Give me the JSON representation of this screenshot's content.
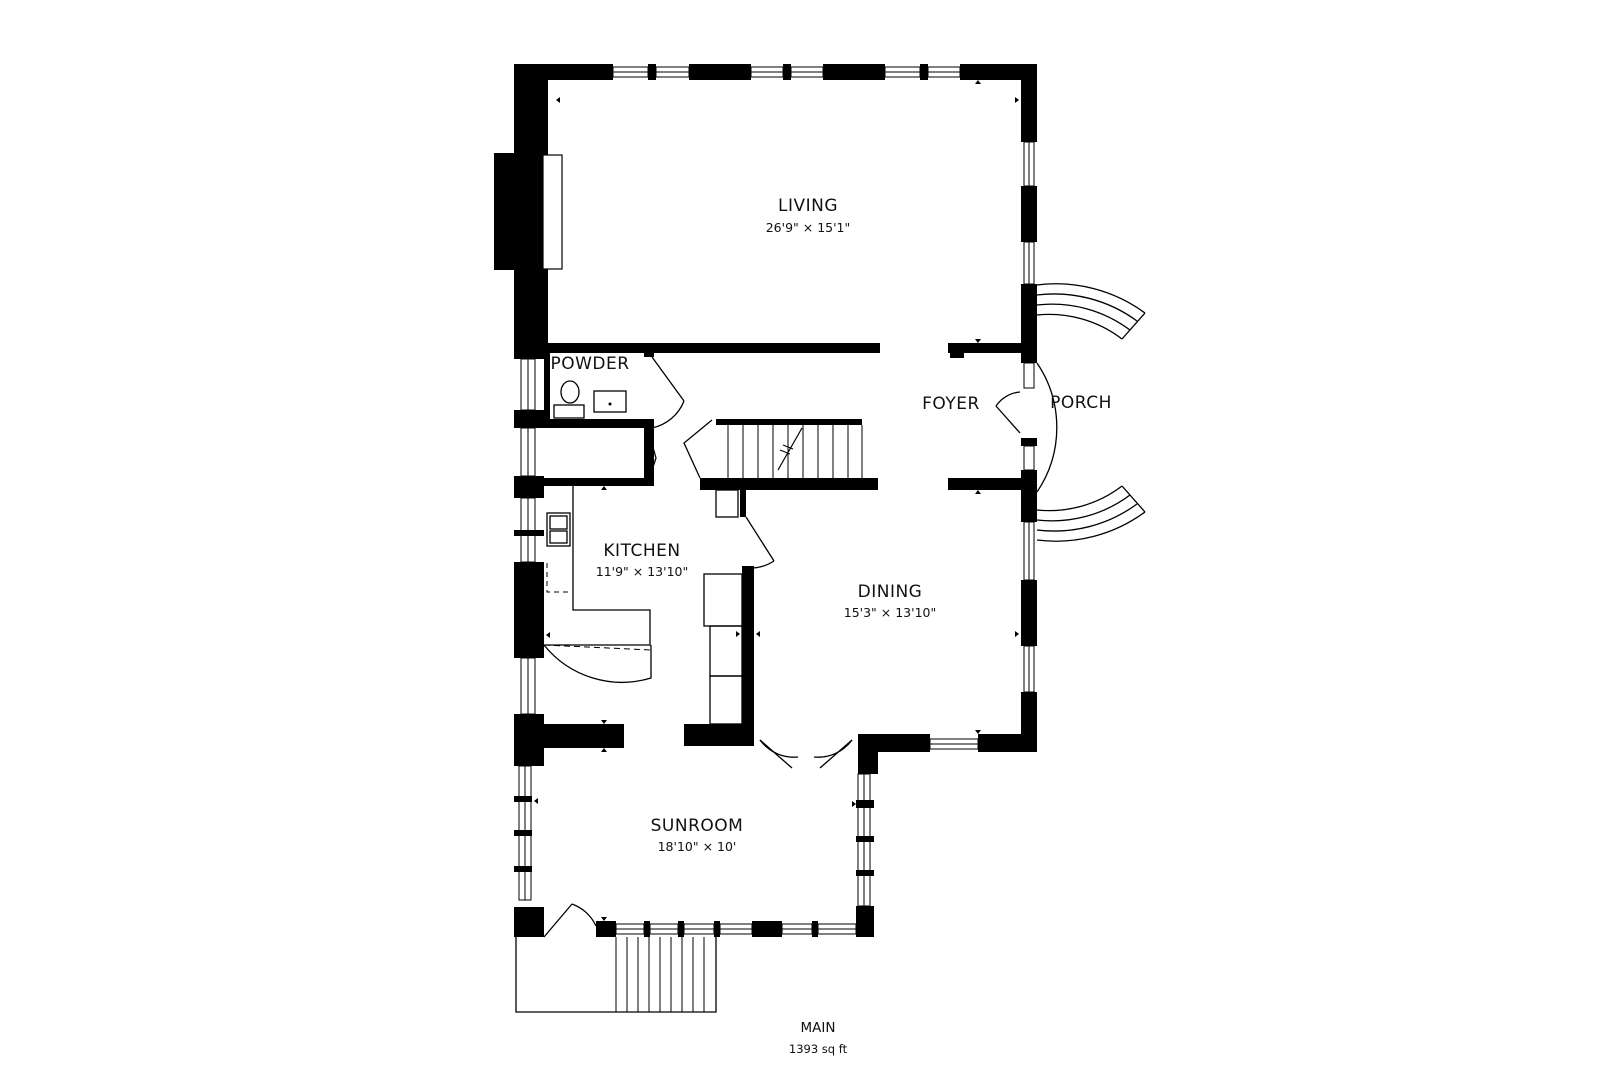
{
  "rooms": {
    "living": {
      "name": "LIVING",
      "dims": "26'9\" × 15'1\""
    },
    "powder": {
      "name": "POWDER"
    },
    "foyer": {
      "name": "FOYER"
    },
    "porch": {
      "name": "PORCH"
    },
    "kitchen": {
      "name": "KITCHEN",
      "dims": "11'9\" × 13'10\""
    },
    "dining": {
      "name": "DINING",
      "dims": "15'3\" × 13'10\""
    },
    "sunroom": {
      "name": "SUNROOM",
      "dims": "18'10\" × 10'"
    }
  },
  "floor": {
    "name": "MAIN",
    "area": "1393 sq ft"
  }
}
